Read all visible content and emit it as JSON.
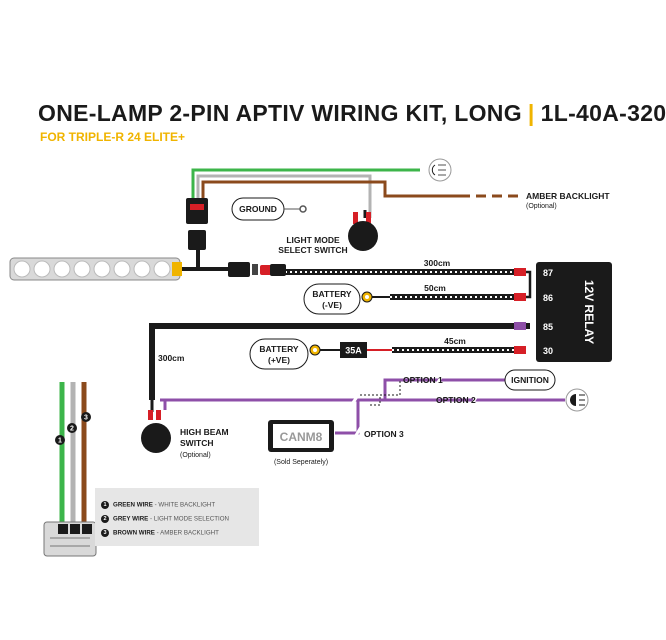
{
  "header": {
    "title": "ONE-LAMP 2-PIN APTIV WIRING KIT, LONG",
    "part_number": "1L-40A-320",
    "subtitle": "FOR TRIPLE-R 24 ELITE+"
  },
  "labels": {
    "amber_backlight": "AMBER BACKLIGHT",
    "amber_backlight_note": "(Optional)",
    "ground": "GROUND",
    "light_mode_line1": "LIGHT MODE",
    "light_mode_line2": "SELECT SWITCH",
    "len_300_top": "300cm",
    "len_50": "50cm",
    "len_45": "45cm",
    "len_300_left": "300cm",
    "battery_neg_line1": "BATTERY",
    "battery_neg_line2": "(-VE)",
    "battery_pos_line1": "BATTERY",
    "battery_pos_line2": "(+VE)",
    "fuse": "35A",
    "relay": "12V RELAY",
    "pin_87": "87",
    "pin_86": "86",
    "pin_85": "85",
    "pin_30": "30",
    "option1": "OPTION 1",
    "option2": "OPTION 2",
    "option3": "OPTION 3",
    "ignition": "IGNITION",
    "canm8": "CANM8",
    "canm8_note": "(Sold Seperately)",
    "high_beam_line1": "HIGH BEAM",
    "high_beam_line2": "SWITCH",
    "high_beam_note": "(Optional)",
    "wire_num_1": "1",
    "wire_num_2": "2",
    "wire_num_3": "3"
  },
  "legend": [
    {
      "num": "1",
      "key": "GREEN WIRE",
      "value": "- WHITE BACKLIGHT"
    },
    {
      "num": "2",
      "key": "GREY WIRE",
      "value": "- LIGHT MODE SELECTION"
    },
    {
      "num": "3",
      "key": "BROWN WIRE",
      "value": "- AMBER BACKLIGHT"
    }
  ],
  "colors": {
    "accent": "#f0b400",
    "green_wire": "#3cb54a",
    "grey_wire": "#b3b3b3",
    "brown_wire": "#8b4a1c",
    "purple_wire": "#8e4fa8",
    "red_wire": "#d61f26",
    "black_wire": "#1a1a1a"
  }
}
